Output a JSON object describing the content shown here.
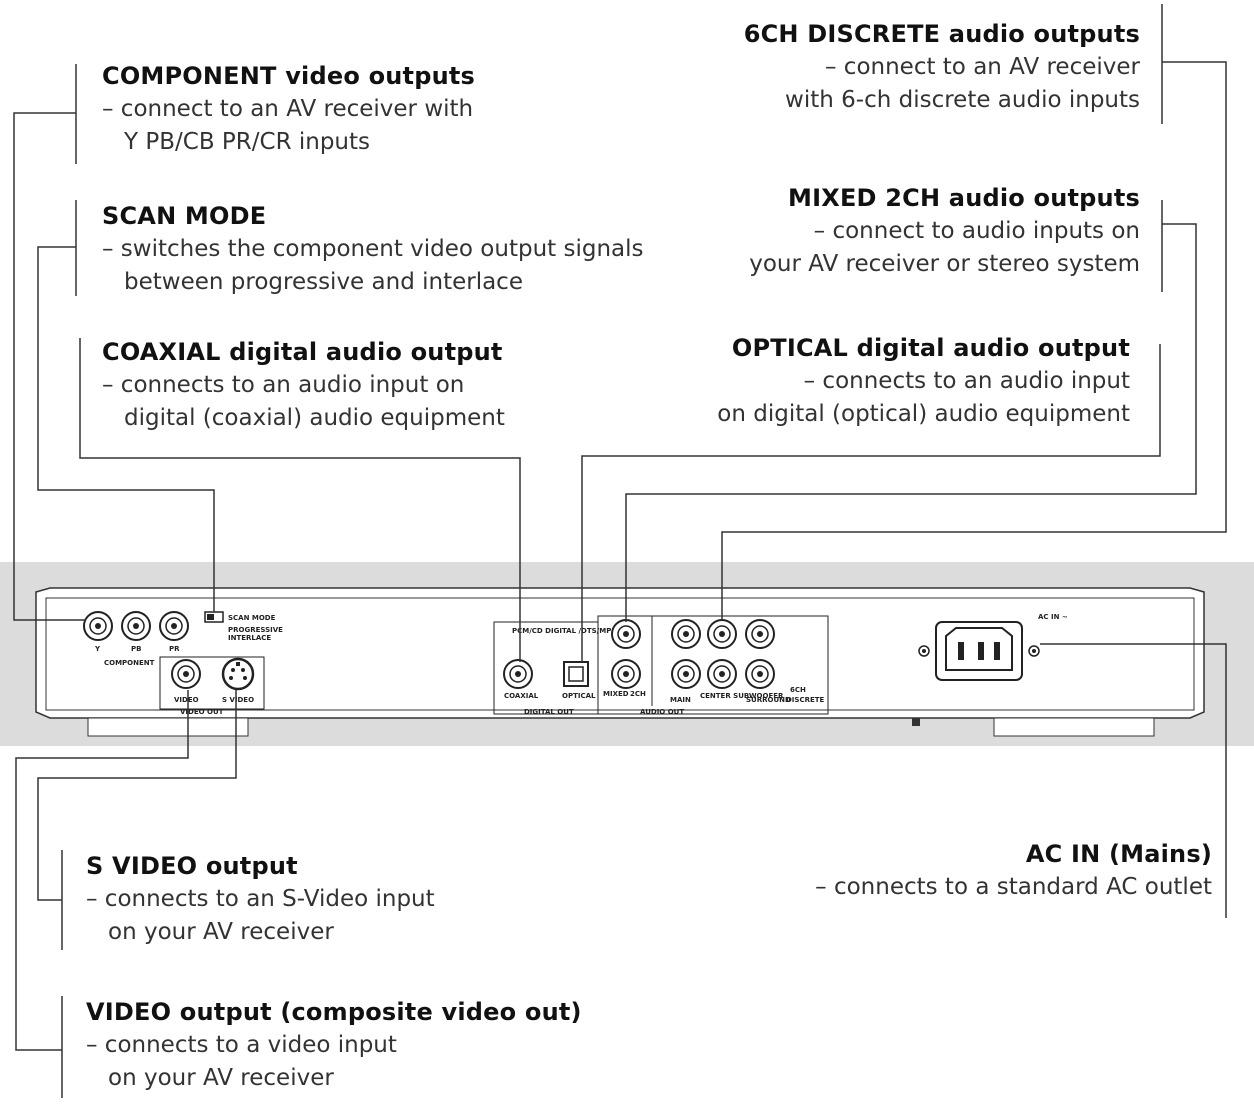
{
  "callouts": {
    "component": {
      "title_bold": "COMPONENT",
      "title_rest": "video outputs",
      "lines": [
        "– connect to an AV receiver with",
        "Y PB/CB PR/CR inputs"
      ]
    },
    "scan_mode": {
      "title_bold": "SCAN MODE",
      "title_rest": "",
      "lines": [
        "– switches the component video output signals",
        "between progressive and interlace"
      ]
    },
    "coaxial": {
      "title_bold": "COAXIAL",
      "title_rest": "digital audio output",
      "lines": [
        "– connects to an audio input on",
        "digital (coaxial) audio equipment"
      ]
    },
    "six_ch": {
      "title_bold": "6CH DISCRETE",
      "title_rest": "audio outputs",
      "lines": [
        "– connect to an AV receiver",
        "with 6-ch discrete audio inputs"
      ]
    },
    "mixed_2ch": {
      "title_bold": "MIXED 2CH",
      "title_rest": "audio outputs",
      "lines": [
        "– connect to audio inputs on",
        "your AV receiver or stereo system"
      ]
    },
    "optical": {
      "title_bold": "OPTICAL",
      "title_rest": "digital audio output",
      "lines": [
        "– connects to an audio input",
        "on digital (optical) audio equipment"
      ]
    },
    "s_video": {
      "title_bold": "S VIDEO",
      "title_rest": "output",
      "lines": [
        "– connects to an S-Video input",
        "on your AV receiver"
      ]
    },
    "video": {
      "title_bold": "VIDEO",
      "title_rest": "output (composite video out)",
      "lines": [
        "– connects to a video input",
        "on your AV receiver"
      ]
    },
    "ac_in": {
      "title_bold": "AC IN",
      "title_rest": "(Mains)",
      "lines": [
        "– connects to a standard AC outlet"
      ]
    }
  },
  "panel": {
    "y": "Y",
    "pb": "PB",
    "pr": "PR",
    "component": "COMPONENT",
    "scan_mode": "SCAN MODE",
    "progressive": "PROGRESSIVE",
    "interlace": "INTERLACE",
    "video": "VIDEO",
    "s_video": "S VIDEO",
    "video_out": "VIDEO OUT",
    "digital_header": "PCM/CD DIGITAL /DTS/MPEG",
    "coaxial": "COAXIAL",
    "optical": "OPTICAL",
    "digital_out": "DIGITAL OUT",
    "mixed": "MIXED",
    "two_ch": "2CH",
    "main": "MAIN",
    "center_sub": "CENTER SUBWOOFER",
    "surround": "SURROUND",
    "six_ch": "6CH",
    "discrete": "DISCRETE",
    "audio_out": "AUDIO OUT",
    "ac_in": "AC IN ~"
  },
  "colors": {
    "line": "#333333",
    "strip": "#dcdcdc",
    "device": "#ffffff"
  }
}
